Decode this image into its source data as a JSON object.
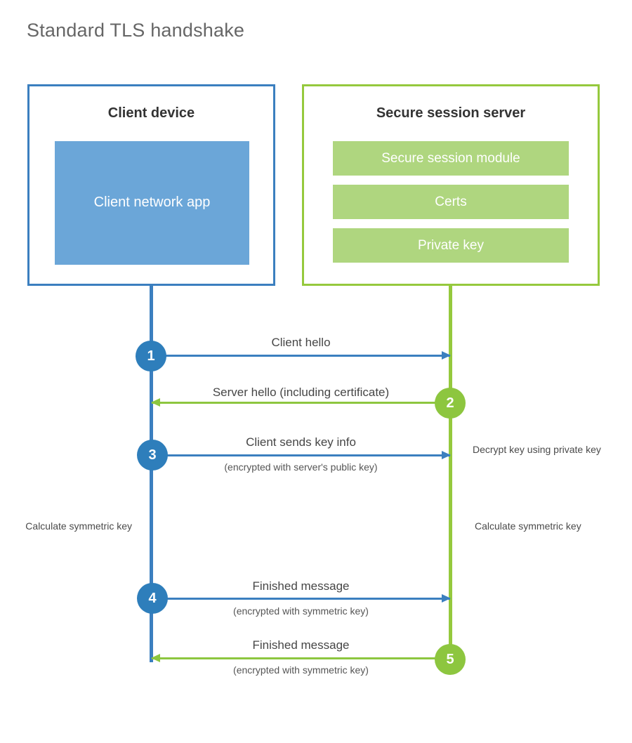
{
  "diagram": {
    "title": "Standard TLS handshake",
    "colors": {
      "client_blue": "#3B7FBF",
      "client_circle_blue": "#2E7EBB",
      "client_app_fill": "#6BA6D8",
      "server_green": "#95C93D",
      "server_circle_green": "#8DC63F",
      "server_bar_fill": "#AFD67F",
      "title_gray": "#666666",
      "label_gray": "#464646"
    },
    "parties": {
      "client": {
        "title": "Client device",
        "blocks": [
          {
            "label": "Client network app"
          }
        ]
      },
      "server": {
        "title": "Secure session server",
        "blocks": [
          {
            "label": "Secure session module"
          },
          {
            "label": "Certs"
          },
          {
            "label": "Private key"
          }
        ]
      }
    },
    "steps": [
      {
        "number": "1",
        "from": "client",
        "to": "server",
        "direction": "right",
        "color": "blue",
        "label": "Client hello",
        "sublabel": ""
      },
      {
        "number": "2",
        "from": "server",
        "to": "client",
        "direction": "left",
        "color": "green",
        "label": "Server hello (including certificate)",
        "sublabel": ""
      },
      {
        "number": "3",
        "from": "client",
        "to": "server",
        "direction": "right",
        "color": "blue",
        "label": "Client sends key info",
        "sublabel": "(encrypted with server's public key)"
      },
      {
        "number": "4",
        "from": "client",
        "to": "server",
        "direction": "right",
        "color": "blue",
        "label": "Finished message",
        "sublabel": "(encrypted with symmetric key)"
      },
      {
        "number": "5",
        "from": "server",
        "to": "client",
        "direction": "left",
        "color": "green",
        "label": "Finished message",
        "sublabel": "(encrypted with symmetric key)"
      }
    ],
    "notes": {
      "server_decrypt": "Decrypt key using private key",
      "client_calculate": "Calculate symmetric key",
      "server_calculate": "Calculate symmetric key"
    }
  }
}
